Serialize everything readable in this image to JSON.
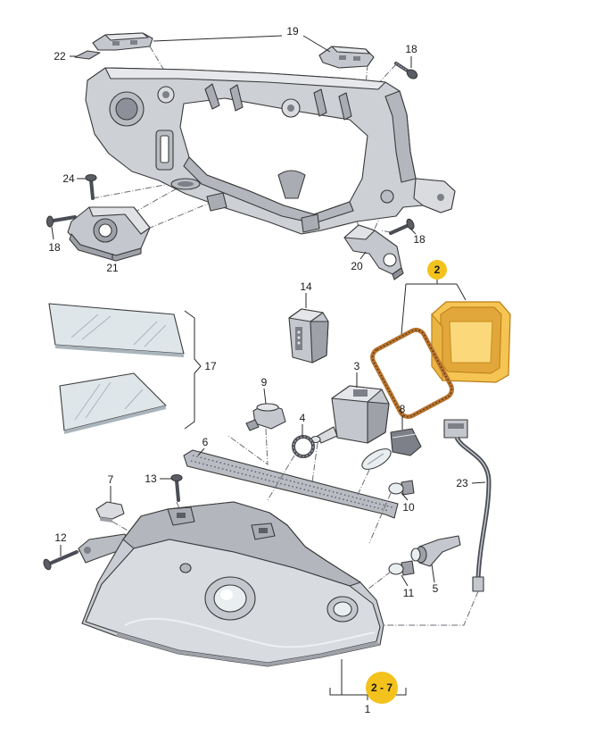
{
  "callouts": [
    "19",
    "22",
    "18",
    "24",
    "18",
    "21",
    "20",
    "18",
    "2",
    "14",
    "17",
    "9",
    "3",
    "4",
    "8",
    "6",
    "13",
    "7",
    "12",
    "10",
    "23",
    "11",
    "5",
    "2 - 7",
    "1"
  ],
  "colors": {
    "highlight": "#f3c21d",
    "cover": "#f5c452",
    "gasket": "#b8742e",
    "part": "#cdd0d5",
    "glass": "#dfe6ea",
    "line": "#2a2a2a"
  }
}
